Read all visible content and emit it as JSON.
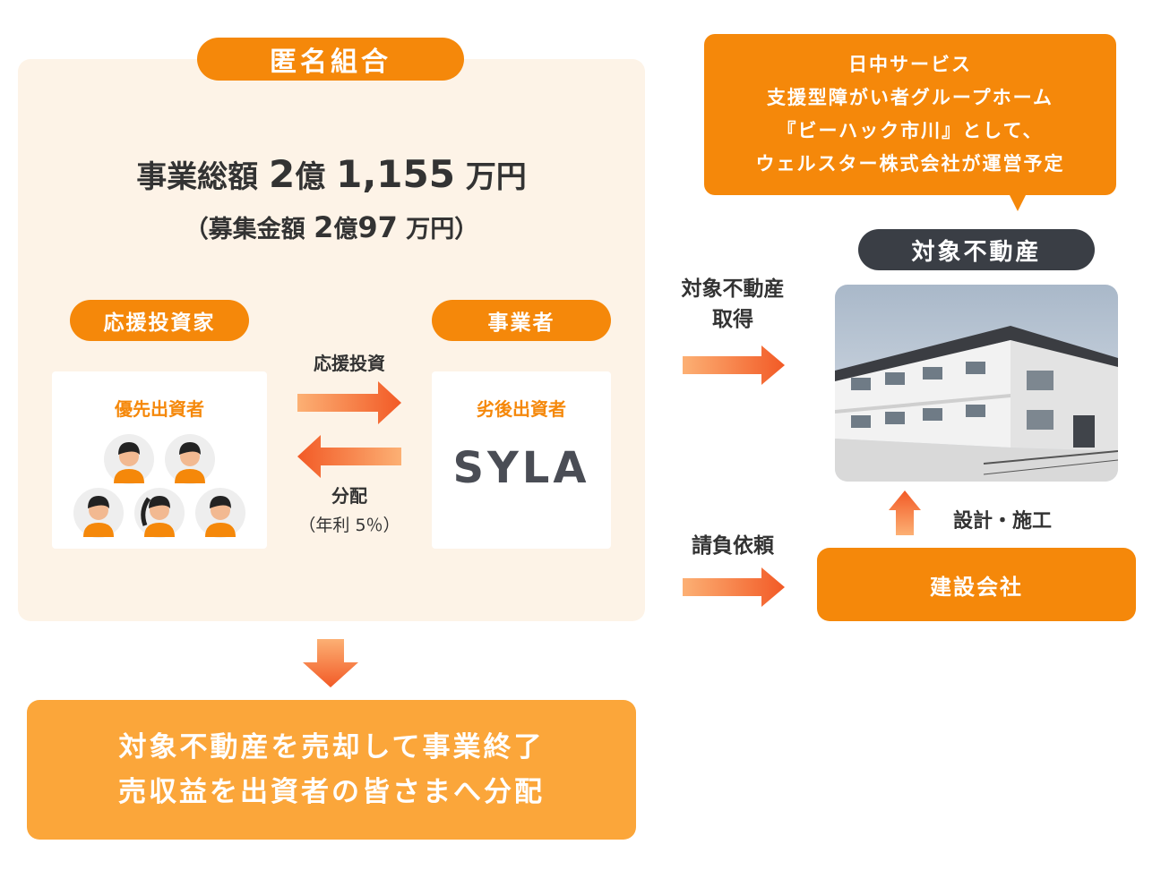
{
  "scheme": {
    "title": "匿名組合",
    "total_label": "事業総額",
    "total_oku": "2",
    "total_oku_unit": "億",
    "total_man": "1,155",
    "total_man_unit": "万円",
    "recruit_open": "（募集金額",
    "recruit_oku": "2",
    "recruit_oku_unit": "億",
    "recruit_man": "97",
    "recruit_man_unit": "万円",
    "recruit_close": "）",
    "investor_label": "応援投資家",
    "business_label": "事業者",
    "investor_card_label": "優先出資者",
    "business_card_label": "劣後出資者",
    "business_logo": "SYLA",
    "invest_arrow_label": "応援投資",
    "dist_arrow_label": "分配",
    "dist_arrow_sub": "（年利 5％）"
  },
  "outcome": {
    "line1": "対象不動産を売却して事業終了",
    "line2": "売収益を出資者の皆さまへ分配"
  },
  "property": {
    "bubble_lines": [
      "日中サービス",
      "支援型障がい者グループホーム",
      "『ビーハック市川』として、",
      "ウェルスター株式会社が運営予定"
    ],
    "label": "対象不動産",
    "acquire_label1": "対象不動産",
    "acquire_label2": "取得",
    "request_label": "請負依頼",
    "build_label": "設計・施工",
    "builder": "建設会社"
  },
  "colors": {
    "accent": "#f5880a",
    "panel_bg": "#fdf3e7",
    "dark_pill": "#3a3e45",
    "bottom_box": "#fba63a"
  },
  "icons": [
    "person-icon",
    "arrow-right-icon",
    "arrow-left-icon",
    "arrow-down-icon",
    "arrow-up-icon",
    "building-photo"
  ]
}
